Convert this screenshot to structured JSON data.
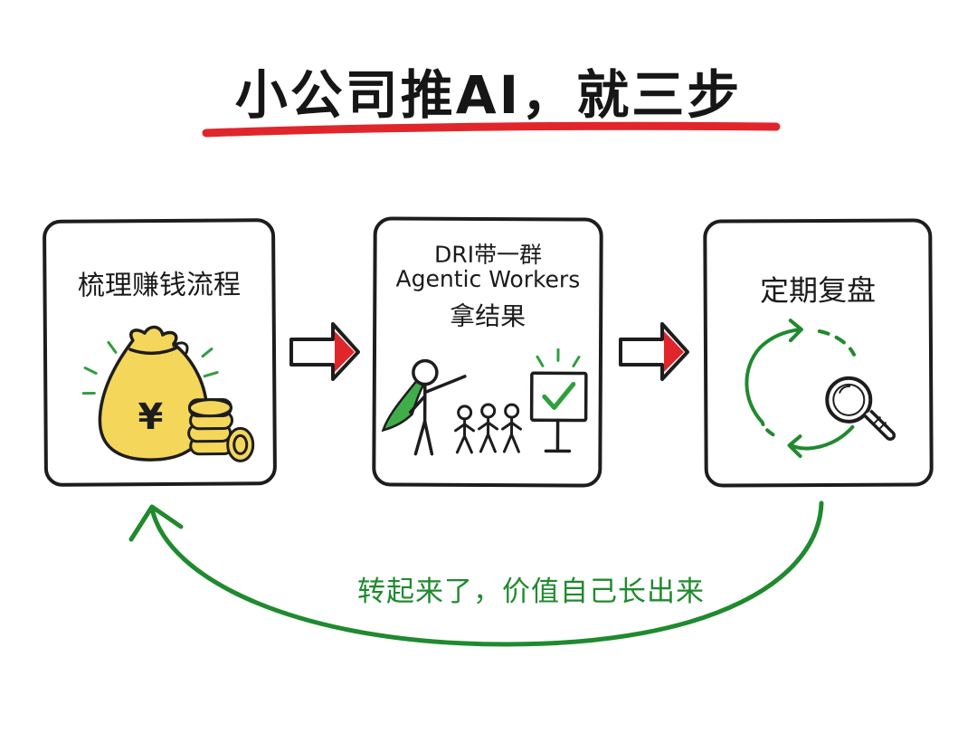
{
  "title": "小公司推AI，就三步",
  "steps": [
    {
      "label": "梳理赚钱流程",
      "icon": "money-bag-icon"
    },
    {
      "label_lines": [
        "DRI带一群",
        "Agentic Workers",
        "拿结果"
      ],
      "icon": "leader-team-icon"
    },
    {
      "label": "定期复盘",
      "icon": "review-cycle-icon"
    }
  ],
  "loop_caption": "转起来了，价值自己长出来",
  "money_symbol": "¥",
  "colors": {
    "title_underline": "#e0262b",
    "arrow_fill": "#e0262b",
    "loop_arrow": "#1f8a2e",
    "caption": "#1f8a2e",
    "bag_fill": "#f4d65a",
    "cape": "#3fae4a",
    "check": "#2e9e3f",
    "outline": "#1d1d1d"
  }
}
